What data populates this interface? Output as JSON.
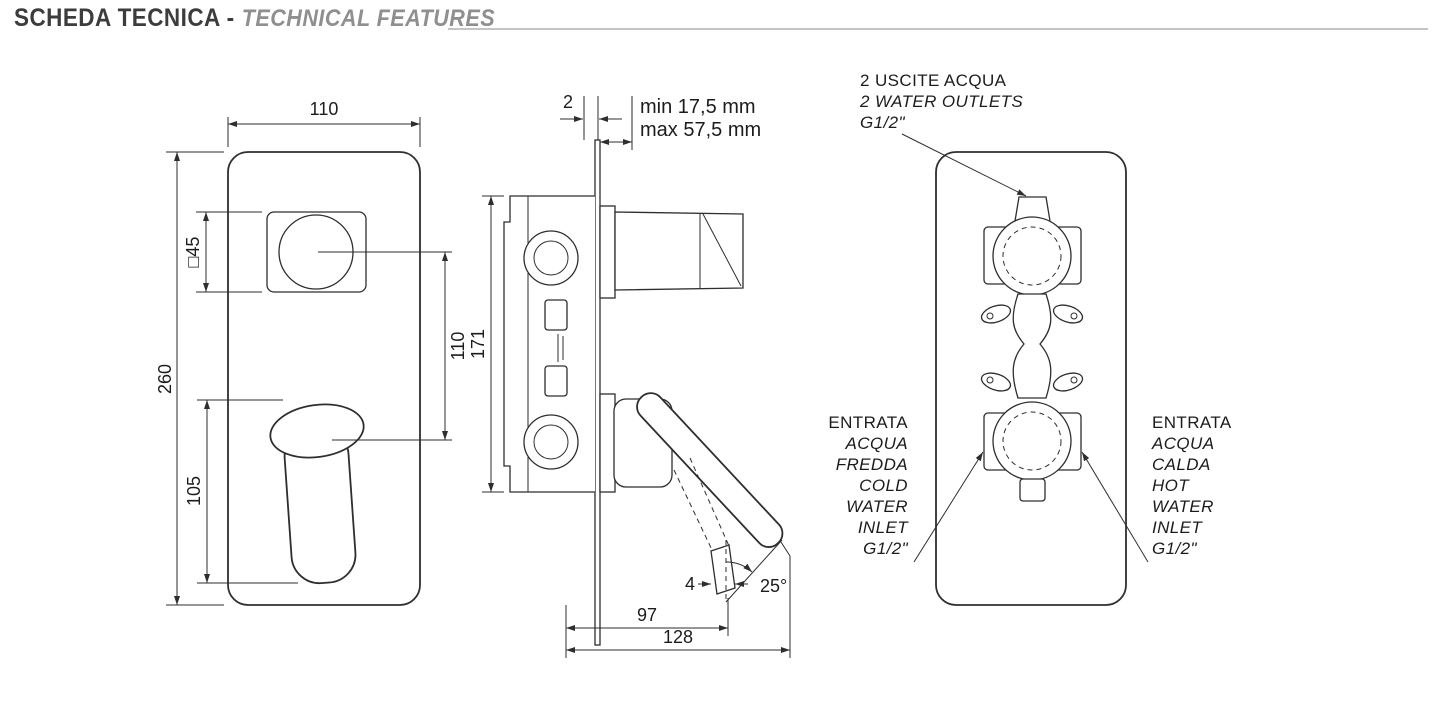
{
  "header": {
    "title_it": "SCHEDA TECNICA -",
    "title_en": "TECHNICAL FEATURES"
  },
  "front_view": {
    "dim_top_width": "110",
    "dim_square": "□45",
    "dim_total_height": "260",
    "dim_center_distance": "110",
    "dim_lower": "105"
  },
  "side_view": {
    "dim_gap": "2",
    "dim_depth_min": "min 17,5 mm",
    "dim_depth_max": "max 57,5 mm",
    "dim_body_height": "171",
    "dim_tip_width": "4",
    "dim_angle": "25°",
    "dim_proj_97": "97",
    "dim_proj_128": "128"
  },
  "rear_view": {
    "outlet_line1": "2 USCITE ACQUA",
    "outlet_line2": "2 WATER OUTLETS",
    "outlet_line3": "G1/2\"",
    "cold": [
      "ENTRATA",
      "ACQUA",
      "FREDDA",
      "COLD",
      "WATER",
      "INLET",
      "G1/2\""
    ],
    "hot": [
      "ENTRATA",
      "ACQUA",
      "CALDA",
      "HOT",
      "WATER",
      "INLET",
      "G1/2\""
    ]
  }
}
